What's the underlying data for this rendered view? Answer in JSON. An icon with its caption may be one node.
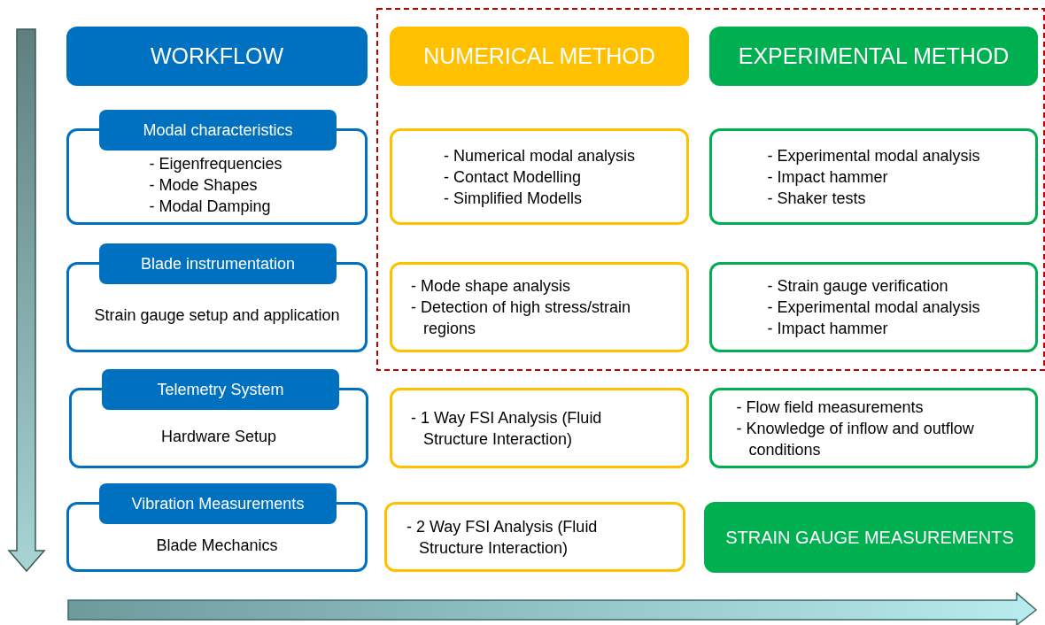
{
  "diagram": {
    "nodes": [
      {
        "text": [
          "WORKFLOW"
        ]
      },
      {
        "text": [
          "NUMERICAL METHOD"
        ]
      },
      {
        "text": [
          "EXPERIMENTAL METHOD"
        ]
      },
      {
        "text": [
          "Modal characteristics",
          "- Eigenfrequencies",
          "- Mode Shapes",
          "- Modal Damping"
        ]
      },
      {
        "text": [
          "- Numerical modal analysis",
          "- Contact Modelling",
          "- Simplified Modells"
        ]
      },
      {
        "text": [
          "- Experimental modal analysis",
          "- Impact hammer",
          "- Shaker tests"
        ]
      },
      {
        "text": [
          "Blade instrumentation",
          "Strain gauge setup and application"
        ]
      },
      {
        "text": [
          "- Mode shape analysis",
          "- Detection of high stress/strain regions"
        ]
      },
      {
        "text": [
          "- Strain gauge verification",
          "- Experimental modal analysis",
          "- Impact hammer"
        ]
      },
      {
        "text": [
          "Telemetry System",
          "Hardware Setup"
        ]
      },
      {
        "text": [
          "- 1 Way FSI Analysis (Fluid Structure Interaction)"
        ]
      },
      {
        "text": [
          "- Flow field measurements",
          "- Knowledge of inflow and outflow conditions"
        ]
      },
      {
        "text": [
          "Vibration Measurements",
          "Blade Mechanics"
        ]
      },
      {
        "text": [
          "- 2 Way FSI Analysis (Fluid Structure Interaction)"
        ]
      },
      {
        "text": [
          "STRAIN GAUGE MEASUREMENTS"
        ]
      }
    ]
  }
}
